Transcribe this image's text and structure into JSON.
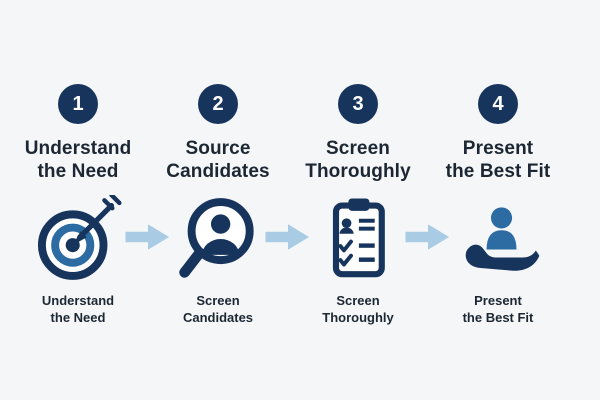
{
  "diagram": {
    "type": "process-steps",
    "background_color": "#f4f6f8",
    "colors": {
      "navy": "#17355c",
      "medium_blue": "#2d6ca3",
      "arrow_blue": "#a9cbe4",
      "text": "#1c2733",
      "badge_text": "#ffffff"
    },
    "steps": [
      {
        "number": "1",
        "title_line1": "Understand",
        "title_line2": "the Need",
        "icon": "target-arrow-icon",
        "caption_line1": "Understand",
        "caption_line2": "the Need"
      },
      {
        "number": "2",
        "title_line1": "Source",
        "title_line2": "Candidates",
        "icon": "magnifier-person-icon",
        "caption_line1": "Screen",
        "caption_line2": "Candidates"
      },
      {
        "number": "3",
        "title_line1": "Screen",
        "title_line2": "Thoroughly",
        "icon": "clipboard-checklist-icon",
        "caption_line1": "Screen",
        "caption_line2": "Thoroughly"
      },
      {
        "number": "4",
        "title_line1": "Present",
        "title_line2": "the Best Fit",
        "icon": "hand-person-icon",
        "caption_line1": "Present",
        "caption_line2": "the Best Fit"
      }
    ]
  }
}
